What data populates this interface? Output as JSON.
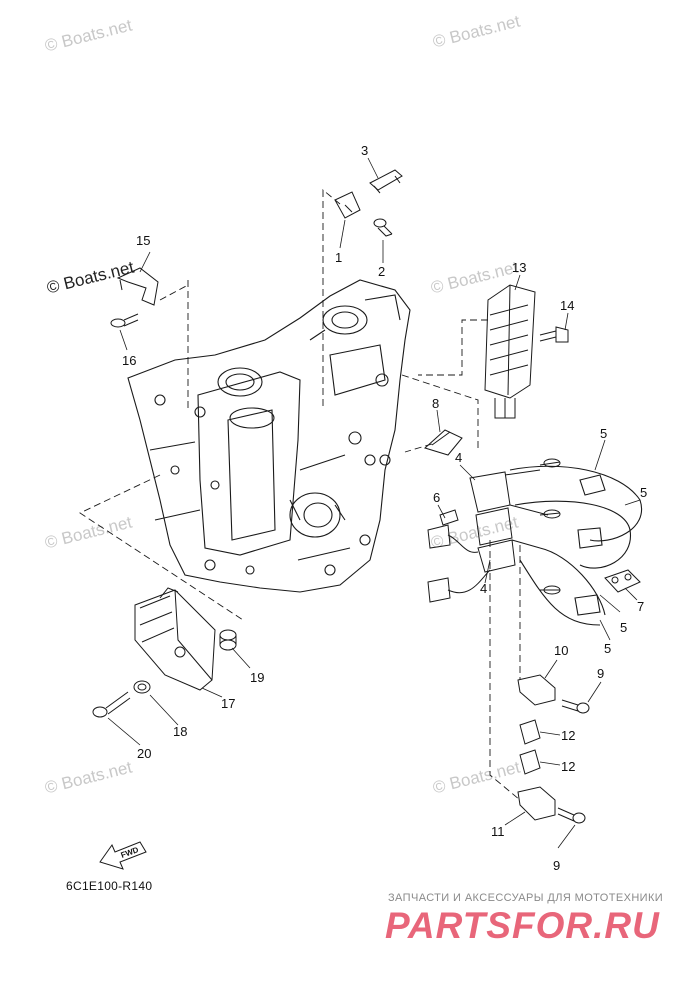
{
  "watermarks": [
    "© Boats.net",
    "© Boats.net",
    "© Boats.net",
    "© Boats.net",
    "© Boats.net",
    "© Boats.net",
    "© Boats.net",
    "© Boats.net"
  ],
  "callouts": [
    "1",
    "2",
    "3",
    "4",
    "4",
    "5",
    "5",
    "5",
    "5",
    "6",
    "7",
    "8",
    "9",
    "9",
    "10",
    "11",
    "12",
    "12",
    "13",
    "14",
    "15",
    "16",
    "17",
    "18",
    "19",
    "20"
  ],
  "fwd_label": "FWD",
  "diagram_code": "6C1E100-R140",
  "footer": {
    "subtitle": "ЗАПЧАСТИ И АКСЕССУАРЫ ДЛЯ МОТОТЕХНИКИ",
    "brand": "PARTSFOR.RU"
  },
  "colors": {
    "line": "#1a1a1a",
    "brand": "#e8667a"
  }
}
